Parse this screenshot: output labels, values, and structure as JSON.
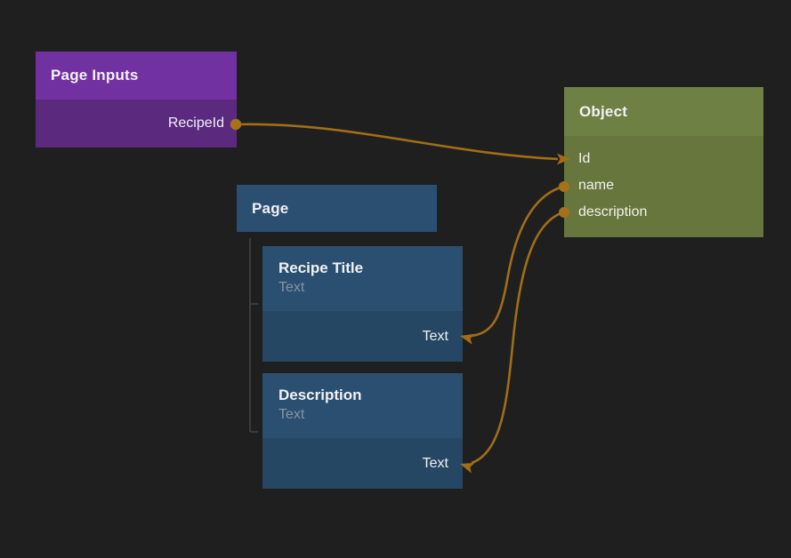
{
  "canvas": {
    "background": "#1f1f20",
    "wire_color": "#a06e16",
    "tree_line_color": "#414347"
  },
  "nodes": {
    "page_inputs": {
      "title": "Page Inputs",
      "header_color": "#7231a0",
      "body_color": "#5b2a7e",
      "outputs": [
        {
          "label": "RecipeId",
          "port": "dot-output"
        }
      ]
    },
    "page": {
      "title": "Page",
      "header_color": "#2a4f70"
    },
    "children": [
      {
        "title": "Recipe Title",
        "subtitle": "Text",
        "input_label": "Text"
      },
      {
        "title": "Description",
        "subtitle": "Text",
        "input_label": "Text"
      }
    ],
    "object": {
      "title": "Object",
      "header_color": "#6f8045",
      "body_color": "#67763c",
      "fields": [
        {
          "label": "Id",
          "port": "arrow-input"
        },
        {
          "label": "name",
          "port": "dot-output"
        },
        {
          "label": "description",
          "port": "dot-output"
        }
      ]
    }
  },
  "connections": [
    {
      "from": "Page Inputs.RecipeId",
      "to": "Object.Id"
    },
    {
      "from": "Object.name",
      "to": "Recipe Title.Text"
    },
    {
      "from": "Object.description",
      "to": "Description.Text"
    }
  ]
}
